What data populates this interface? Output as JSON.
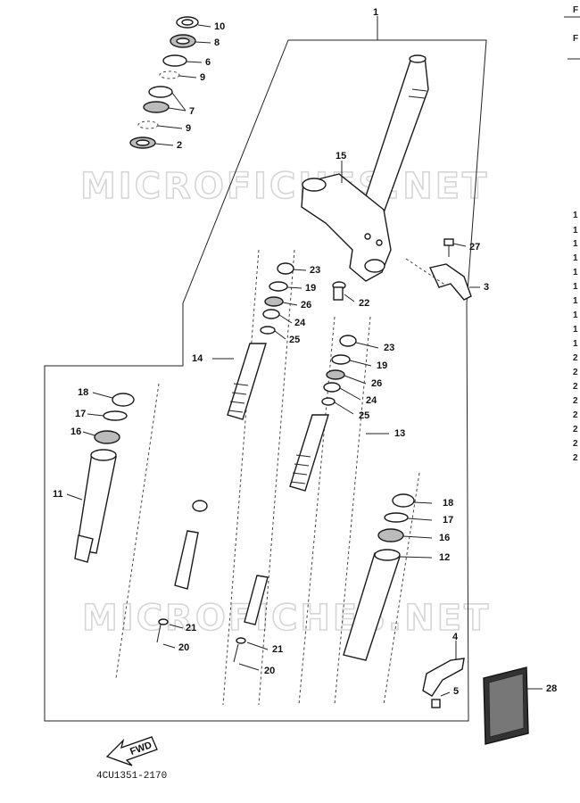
{
  "diagram": {
    "watermark": "MICROFICHES.NET",
    "drawing_code": "4CU1351-2170",
    "fwd_label": "FWD",
    "callouts": [
      {
        "id": "c1",
        "text": "1"
      },
      {
        "id": "c10",
        "text": "10"
      },
      {
        "id": "c8",
        "text": "8"
      },
      {
        "id": "c6",
        "text": "6"
      },
      {
        "id": "c9a",
        "text": "9"
      },
      {
        "id": "c7",
        "text": "7"
      },
      {
        "id": "c9b",
        "text": "9"
      },
      {
        "id": "c2",
        "text": "2"
      },
      {
        "id": "c15",
        "text": "15"
      },
      {
        "id": "c27",
        "text": "27"
      },
      {
        "id": "c3",
        "text": "3"
      },
      {
        "id": "c22",
        "text": "22"
      },
      {
        "id": "c23a",
        "text": "23"
      },
      {
        "id": "c19a",
        "text": "19"
      },
      {
        "id": "c26a",
        "text": "26"
      },
      {
        "id": "c24a",
        "text": "24"
      },
      {
        "id": "c25a",
        "text": "25"
      },
      {
        "id": "c14",
        "text": "14"
      },
      {
        "id": "c23b",
        "text": "23"
      },
      {
        "id": "c19b",
        "text": "19"
      },
      {
        "id": "c26b",
        "text": "26"
      },
      {
        "id": "c24b",
        "text": "24"
      },
      {
        "id": "c25b",
        "text": "25"
      },
      {
        "id": "c13",
        "text": "13"
      },
      {
        "id": "c18a",
        "text": "18"
      },
      {
        "id": "c17a",
        "text": "17"
      },
      {
        "id": "c16a",
        "text": "16"
      },
      {
        "id": "c11",
        "text": "11"
      },
      {
        "id": "c18b",
        "text": "18"
      },
      {
        "id": "c17b",
        "text": "17"
      },
      {
        "id": "c16b",
        "text": "16"
      },
      {
        "id": "c12",
        "text": "12"
      },
      {
        "id": "c21a",
        "text": "21"
      },
      {
        "id": "c20a",
        "text": "20"
      },
      {
        "id": "c21b",
        "text": "21"
      },
      {
        "id": "c20b",
        "text": "20"
      },
      {
        "id": "c4",
        "text": "4"
      },
      {
        "id": "c5",
        "text": "5"
      },
      {
        "id": "c28",
        "text": "28"
      }
    ],
    "right_edge_text": [
      "F",
      "F",
      "1",
      "1",
      "1",
      "1",
      "1",
      "1",
      "1",
      "1",
      "1",
      "1",
      "2",
      "2",
      "2",
      "2",
      "2",
      "2",
      "2",
      "2"
    ]
  }
}
